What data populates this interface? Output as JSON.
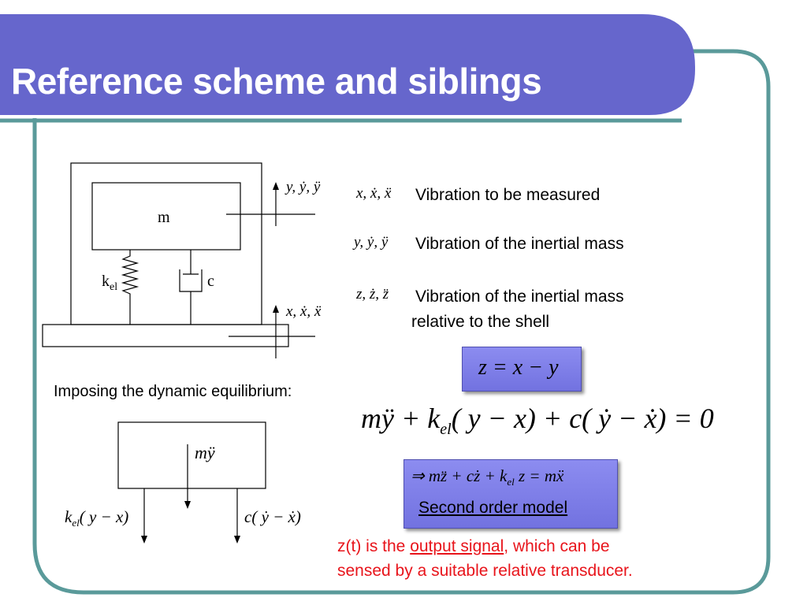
{
  "slide": {
    "title": "Reference scheme and siblings",
    "colors": {
      "title_bar": "#6666cc",
      "border": "#5a9a9a",
      "eq_box": "#7b7be6",
      "red_text": "#e8141b"
    }
  },
  "scheme": {
    "mass_label": "m",
    "spring_label_main": "k",
    "spring_label_sub": "el",
    "damper_label": "c",
    "top_arrow_label": "y, ẏ, ÿ",
    "bottom_arrow_label": "x, ẋ, ẍ"
  },
  "legend": [
    {
      "symbol": "x, ẋ, ẍ",
      "text": "Vibration to be measured"
    },
    {
      "symbol": "y, ẏ, ÿ",
      "text": "Vibration of the inertial mass"
    },
    {
      "symbol": "z, ż, z̈",
      "text_line1": "Vibration of the inertial mass",
      "text_line2": "relative to the shell"
    }
  ],
  "relation_box": "z = x − y",
  "equilibrium": {
    "intro": "Imposing the dynamic equilibrium:",
    "mass_force": "mÿ",
    "spring_force_k": "k",
    "spring_force_sub": "el",
    "spring_force_rest": "( y − x)",
    "damper_force": "c( ẏ − ẋ)"
  },
  "main_equation": {
    "part1": "mÿ + k",
    "sub": "el",
    "part2": "( y − x) + c( ẏ − ẋ) = 0"
  },
  "model_box": {
    "eq_part1": "⇒ mz̈ + cż + k",
    "eq_sub": "el",
    "eq_part2": "z = mẍ",
    "label": "Second order model"
  },
  "note": {
    "pre": "z(t) is the ",
    "link": "output signal",
    "post": ", which can be",
    "line2": "sensed by a suitable relative transducer."
  }
}
